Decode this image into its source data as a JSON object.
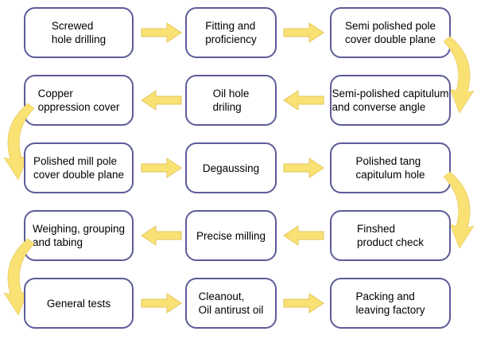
{
  "diagram": {
    "type": "process-flowchart",
    "flow_pattern": "serpentine, rows alternate left-to-right and right-to-left, 5 rows x 3 columns"
  },
  "colors": {
    "background": "#ffffff",
    "box_border": "#5c5c99",
    "box_fill": "#ffffff",
    "text": "#000000",
    "arrow_fill": "#f9e173",
    "arrow_edge": "#e3c55c"
  },
  "steps": [
    {
      "label": "Screwed\nhole drilling",
      "row": 1,
      "col": 1,
      "order": 1
    },
    {
      "label": "Fitting and\nproficiency",
      "row": 1,
      "col": 2,
      "order": 2
    },
    {
      "label": "Semi polished pole\ncover double plane",
      "row": 1,
      "col": 3,
      "order": 3
    },
    {
      "label": "Copper\noppression cover",
      "row": 2,
      "col": 1,
      "order": 6
    },
    {
      "label": "Oil hole\ndriling",
      "row": 2,
      "col": 2,
      "order": 5
    },
    {
      "label": "Semi-polished capitulum\nand converse angle",
      "row": 2,
      "col": 3,
      "order": 4
    },
    {
      "label": "Polished mill pole\ncover double plane",
      "row": 3,
      "col": 1,
      "order": 7
    },
    {
      "label": "Degaussing",
      "row": 3,
      "col": 2,
      "order": 8
    },
    {
      "label": "Polished tang\ncapitulum hole",
      "row": 3,
      "col": 3,
      "order": 9
    },
    {
      "label": "Weighing, grouping\nand tabing",
      "row": 4,
      "col": 1,
      "order": 12
    },
    {
      "label": "Precise milling",
      "row": 4,
      "col": 2,
      "order": 11
    },
    {
      "label": "Finshed\nproduct check",
      "row": 4,
      "col": 3,
      "order": 10
    },
    {
      "label": "General tests",
      "row": 5,
      "col": 1,
      "order": 13
    },
    {
      "label": "Cleanout,\nOil antirust oil",
      "row": 5,
      "col": 2,
      "order": 14
    },
    {
      "label": "Packing and\nleaving factory",
      "row": 5,
      "col": 3,
      "order": 15
    }
  ],
  "connectors": [
    {
      "type": "straight",
      "direction": "right",
      "row": 1,
      "between_cols": [
        1,
        2
      ]
    },
    {
      "type": "straight",
      "direction": "right",
      "row": 1,
      "between_cols": [
        2,
        3
      ]
    },
    {
      "type": "curved",
      "direction": "down",
      "side": "right",
      "between_rows": [
        1,
        2
      ]
    },
    {
      "type": "straight",
      "direction": "left",
      "row": 2,
      "between_cols": [
        3,
        2
      ]
    },
    {
      "type": "straight",
      "direction": "left",
      "row": 2,
      "between_cols": [
        2,
        1
      ]
    },
    {
      "type": "curved",
      "direction": "down",
      "side": "left",
      "between_rows": [
        2,
        3
      ]
    },
    {
      "type": "straight",
      "direction": "right",
      "row": 3,
      "between_cols": [
        1,
        2
      ]
    },
    {
      "type": "straight",
      "direction": "right",
      "row": 3,
      "between_cols": [
        2,
        3
      ]
    },
    {
      "type": "curved",
      "direction": "down",
      "side": "right",
      "between_rows": [
        3,
        4
      ]
    },
    {
      "type": "straight",
      "direction": "left",
      "row": 4,
      "between_cols": [
        3,
        2
      ]
    },
    {
      "type": "straight",
      "direction": "left",
      "row": 4,
      "between_cols": [
        2,
        1
      ]
    },
    {
      "type": "curved",
      "direction": "down",
      "side": "left",
      "between_rows": [
        4,
        5
      ]
    },
    {
      "type": "straight",
      "direction": "right",
      "row": 5,
      "between_cols": [
        1,
        2
      ]
    },
    {
      "type": "straight",
      "direction": "right",
      "row": 5,
      "between_cols": [
        2,
        3
      ]
    }
  ]
}
